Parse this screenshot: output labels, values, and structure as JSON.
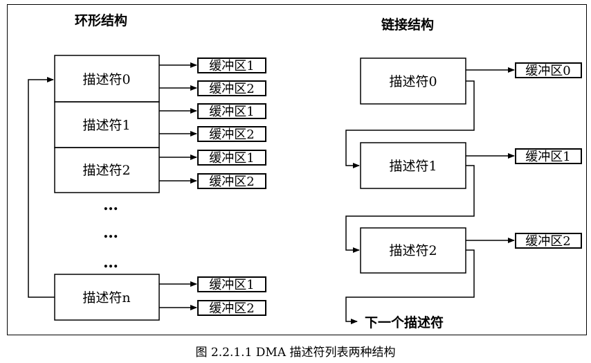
{
  "ring": {
    "title": "环形结构",
    "descriptors": [
      "描述符0",
      "描述符1",
      "描述符2",
      "描述符n"
    ],
    "buffers": [
      "缓冲区1",
      "缓冲区2",
      "缓冲区1",
      "缓冲区2",
      "缓冲区1",
      "缓冲区2",
      "缓冲区1",
      "缓冲区2"
    ],
    "ellipsis": [
      "…",
      "…",
      "…"
    ]
  },
  "chain": {
    "title": "链接结构",
    "descriptors": [
      "描述符0",
      "描述符1",
      "描述符2"
    ],
    "buffers": [
      "缓冲区0",
      "缓冲区1",
      "缓冲区2"
    ],
    "next_label": "下一个描述符"
  },
  "caption": "图 2.2.1.1 DMA 描述符列表两种结构"
}
